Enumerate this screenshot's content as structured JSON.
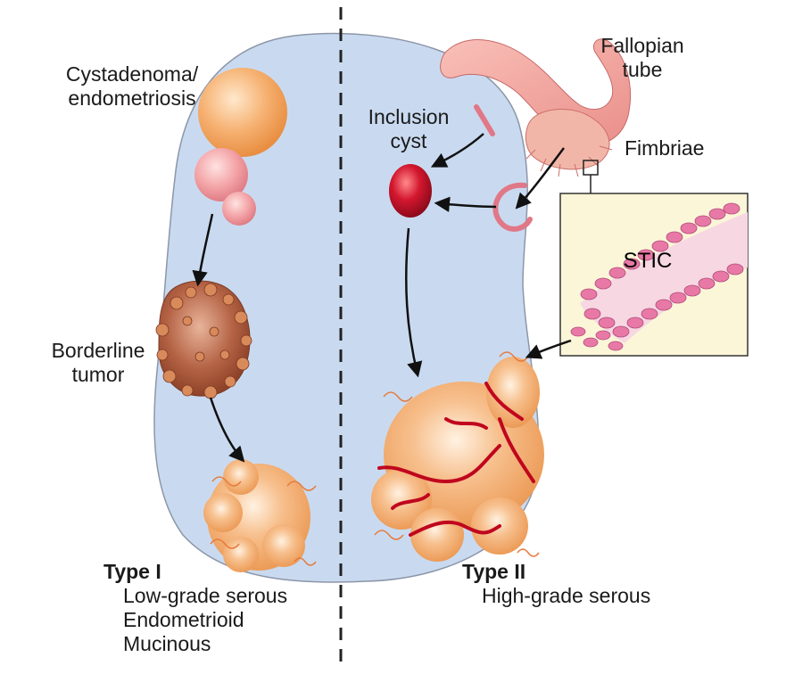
{
  "labels": {
    "cystadenoma": [
      "Cystadenoma/",
      "endometriosis"
    ],
    "inclusion_cyst": [
      "Inclusion",
      "cyst"
    ],
    "fallopian_tube": [
      "Fallopian",
      "tube"
    ],
    "fimbriae": "Fimbriae",
    "stic": "STIC",
    "borderline": [
      "Borderline",
      "tumor"
    ],
    "type1": {
      "title": "Type I",
      "subtypes": [
        "Low-grade serous",
        "Endometrioid",
        "Mucinous"
      ]
    },
    "type2": {
      "title": "Type II",
      "subtypes": [
        "High-grade serous"
      ]
    }
  },
  "colors": {
    "ovary_fill": "#c9daf0",
    "ovary_stroke": "#8c96a8",
    "cyst_orange": "#f4a460",
    "cyst_pink": "#f09a9a",
    "inclusion_red": "#c8102e",
    "tube_pink": "#f4a6a0",
    "inset_bg": "#fbf6d8",
    "stic_cells": "#e879a6",
    "tumor_brown": "#a2543a",
    "arrow": "#111111"
  }
}
